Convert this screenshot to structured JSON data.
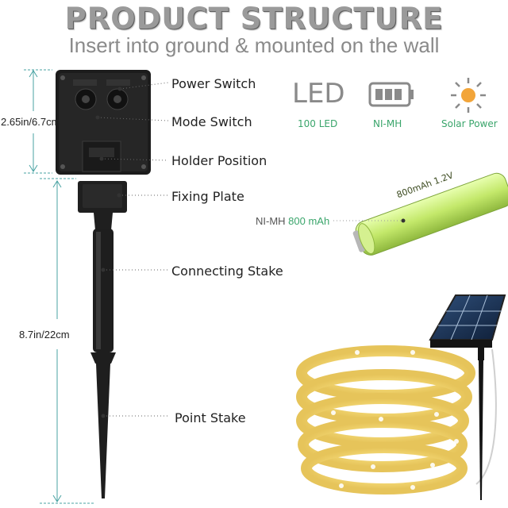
{
  "header": {
    "title": "PRODUCT STRUCTURE",
    "subtitle": "Insert into ground & mounted on the wall"
  },
  "dimensions": {
    "panel_height": "2.65in/6.7cm",
    "stake_height": "8.7in/22cm"
  },
  "callouts": [
    "Power Switch",
    "Mode Switch",
    "Holder Position",
    "Fixing Plate",
    "Connecting Stake",
    "Point Stake"
  ],
  "features": {
    "led": {
      "icon": "led-text-icon",
      "big_text": "LED",
      "label": "100 LED"
    },
    "battery": {
      "icon": "battery-icon",
      "label": "NI-MH"
    },
    "solar": {
      "icon": "sun-icon",
      "label": "Solar Power"
    }
  },
  "battery": {
    "type_label": "NI-MH",
    "capacity_label": "800 mAh",
    "printed_text": "800mAh 1.2V"
  },
  "colors": {
    "title_gray": "#9a9a9a",
    "accent_green": "#3aa56b",
    "dimension_teal": "#4aa3a3",
    "battery_green": "#c8ec7a",
    "led_yellow": "#f4dc78"
  }
}
